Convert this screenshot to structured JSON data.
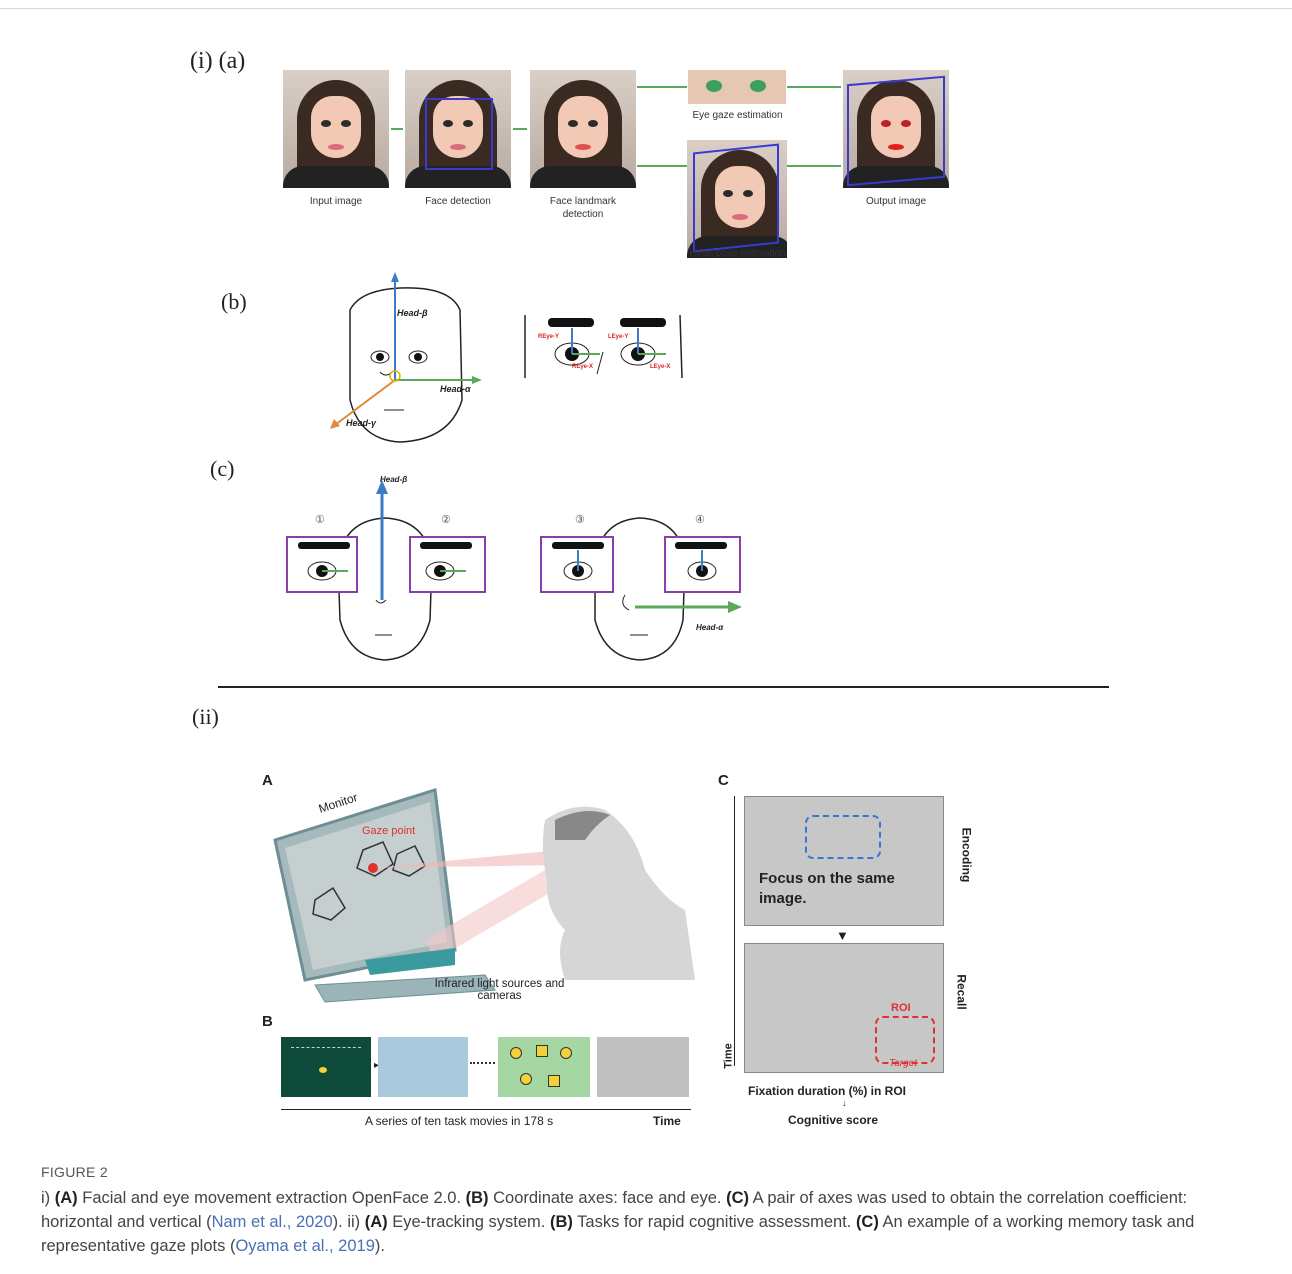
{
  "panel_i": {
    "label_i": "(i)",
    "label_a": "(a)",
    "label_b": "(b)",
    "label_c": "(c)",
    "step1": "Input image",
    "step2": "Face detection",
    "step3": "Face landmark detection",
    "eye_gaze": "Eye gaze estimation",
    "head_pose": "Head pose estimation",
    "output": "Output image",
    "head_b": "Head-β",
    "head_a": "Head-α",
    "head_y": "Head-γ",
    "reye_y": "REye-Y",
    "reye_x": "REye-X",
    "leye_y": "LEye-Y",
    "leye_x": "LEye-X",
    "c1": "①",
    "c2": "②",
    "c3": "③",
    "c4": "④"
  },
  "panel_ii": {
    "label": "(ii)",
    "A": "A",
    "B": "B",
    "C": "C",
    "monitor": "Monitor",
    "gaze_point": "Gaze point",
    "infrared": "Infrared light sources and cameras",
    "series": "A series of ten task movies in 178 s",
    "time": "Time",
    "time_v": "Time",
    "focus": "Focus on the same image.",
    "encoding": "Encoding",
    "recall": "Recall",
    "roi": "ROI",
    "target": "Target",
    "fixation": "Fixation duration (%) in ROI",
    "cognitive": "Cognitive score"
  },
  "caption": {
    "title": "FIGURE 2",
    "p1_prefix": "i) ",
    "A1": "(A)",
    "t1": " Facial and eye movement extraction OpenFace 2.0. ",
    "B1": "(B)",
    "t2": " Coordinate axes: face and eye. ",
    "C1": "(C)",
    "t3": " A pair of axes was used to obtain the correlation coefficient: horizontal and vertical (",
    "cite1": "Nam et al., 2020",
    "t4": "). ii) ",
    "A2": "(A)",
    "t5": " Eye-tracking system. ",
    "B2": "(B)",
    "t6": " Tasks for rapid cognitive assessment. ",
    "C2": "(C)",
    "t7": " An example of a working memory task and representative gaze plots (",
    "cite2": "Oyama et al., 2019",
    "t8": ")."
  }
}
